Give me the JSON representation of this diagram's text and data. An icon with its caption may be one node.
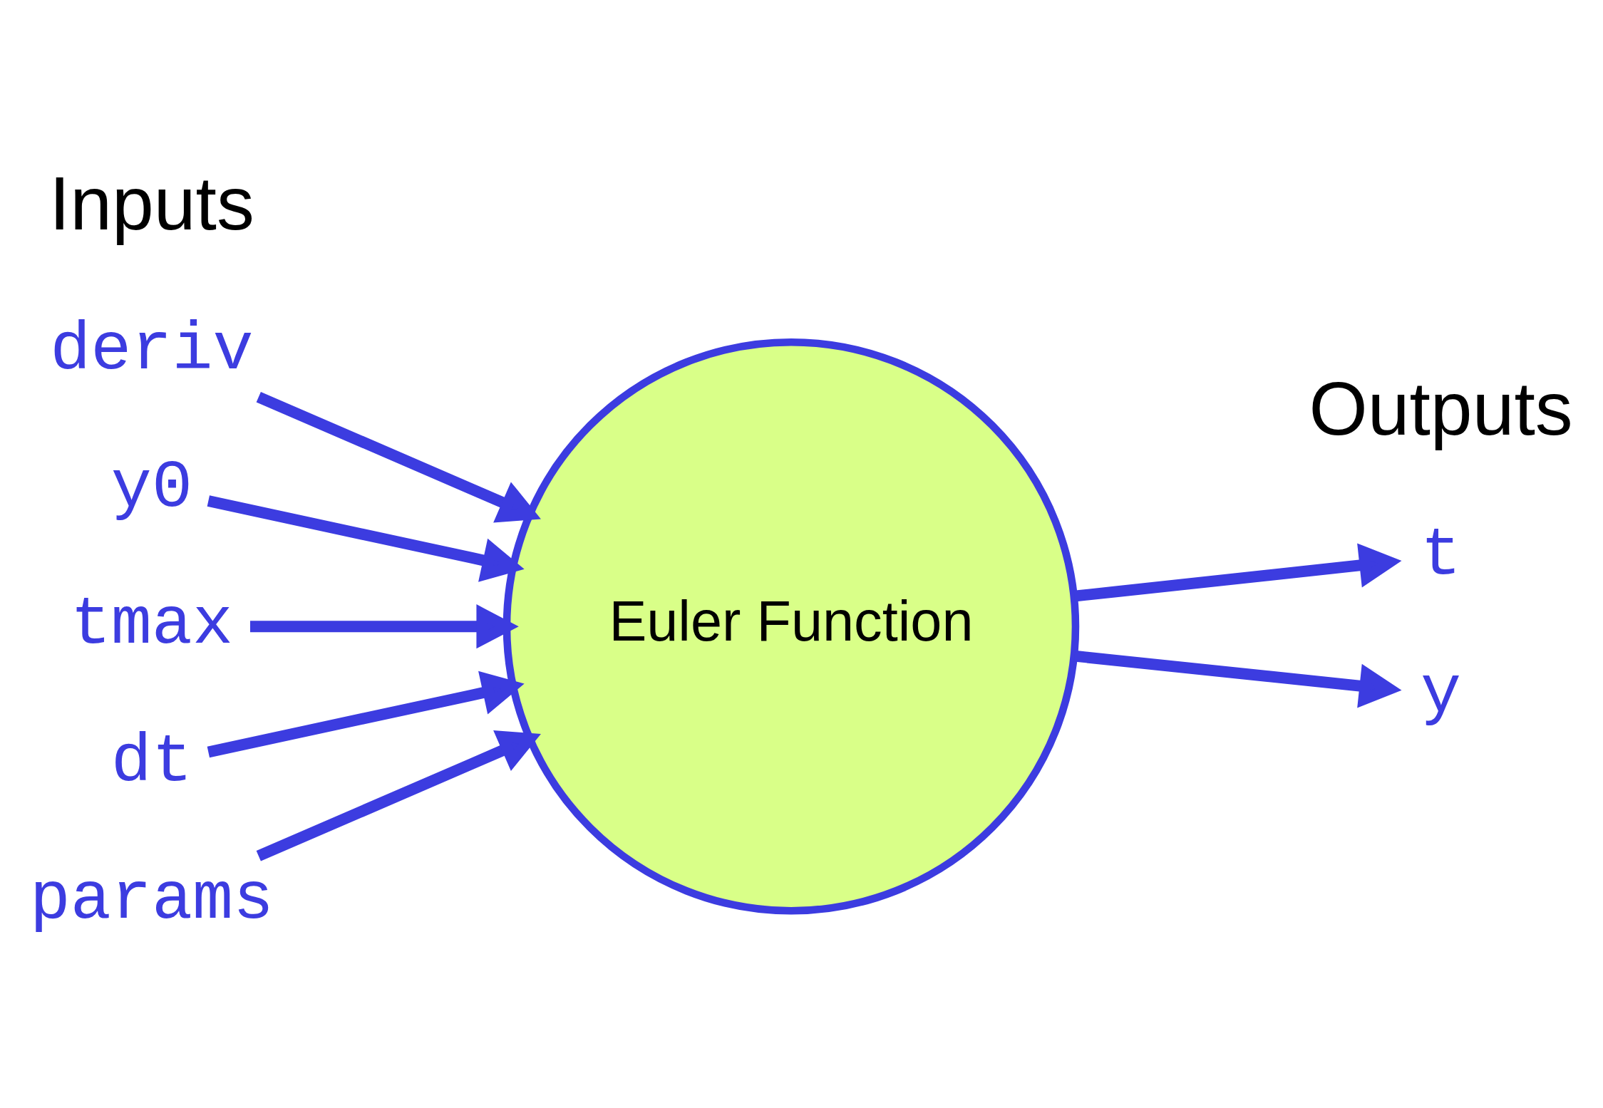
{
  "diagram": {
    "nodes": [
      {
        "text": [
          "Euler Function"
        ]
      },
      {
        "text": [
          "deriv"
        ]
      },
      {
        "text": [
          "y0"
        ]
      },
      {
        "text": [
          "tmax"
        ]
      },
      {
        "text": [
          "dt"
        ]
      },
      {
        "text": [
          "params"
        ]
      },
      {
        "text": [
          "t"
        ]
      },
      {
        "text": [
          "y"
        ]
      }
    ],
    "edges": [
      {
        "from": 1,
        "to": 0,
        "arrow": "to"
      },
      {
        "from": 2,
        "to": 0,
        "arrow": "to"
      },
      {
        "from": 3,
        "to": 0,
        "arrow": "to"
      },
      {
        "from": 4,
        "to": 0,
        "arrow": "to"
      },
      {
        "from": 5,
        "to": 0,
        "arrow": "to"
      },
      {
        "from": 0,
        "to": 6,
        "arrow": "to"
      },
      {
        "from": 0,
        "to": 7,
        "arrow": "to"
      }
    ],
    "labels": [
      "Inputs",
      "Outputs"
    ]
  }
}
